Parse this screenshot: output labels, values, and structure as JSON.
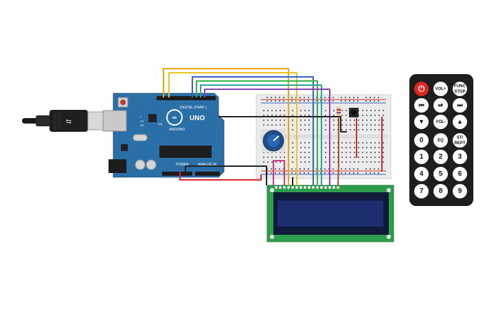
{
  "arduino": {
    "brand": "ARDUINO",
    "model": "UNO",
    "digital_label": "DIGITAL (PWM~)",
    "power_label": "POWER",
    "analog_label": "ANALOG IN",
    "tx_label": "TX",
    "rx_label": "RX",
    "l_label": "L",
    "on_label": "ON"
  },
  "remote": {
    "buttons": [
      {
        "label": "⏻",
        "kind": "power"
      },
      {
        "label": "VOL+",
        "kind": "small"
      },
      {
        "label": "FUNC STOP",
        "kind": "small"
      },
      {
        "label": "⏮",
        "kind": "icon"
      },
      {
        "label": "⏯",
        "kind": "icon"
      },
      {
        "label": "⏭",
        "kind": "icon"
      },
      {
        "label": "▼",
        "kind": "icon"
      },
      {
        "label": "VOL-",
        "kind": "small"
      },
      {
        "label": "▲",
        "kind": "icon"
      },
      {
        "label": "0",
        "kind": "num"
      },
      {
        "label": "EQ",
        "kind": "small"
      },
      {
        "label": "ST/ REPT",
        "kind": "small"
      },
      {
        "label": "1",
        "kind": "num"
      },
      {
        "label": "2",
        "kind": "num"
      },
      {
        "label": "3",
        "kind": "num"
      },
      {
        "label": "4",
        "kind": "num"
      },
      {
        "label": "5",
        "kind": "num"
      },
      {
        "label": "6",
        "kind": "num"
      },
      {
        "label": "7",
        "kind": "num"
      },
      {
        "label": "8",
        "kind": "num"
      },
      {
        "label": "9",
        "kind": "num"
      }
    ]
  },
  "colors": {
    "arduino_board": "#2b6fa8",
    "lcd_pcb": "#2e9d4c",
    "lcd_screen": "#1c2e6e",
    "breadboard": "#ebebeb",
    "wire_orange": "#f0a30a",
    "wire_yellow": "#e8c61a",
    "wire_blue": "#2f63c9",
    "wire_green": "#35b34a",
    "wire_teal": "#2aa3a3",
    "wire_purple": "#8a3fb5",
    "wire_red": "#d9272e",
    "wire_black": "#222222",
    "wire_pink": "#d6338a",
    "wire_brown": "#a0522d"
  }
}
